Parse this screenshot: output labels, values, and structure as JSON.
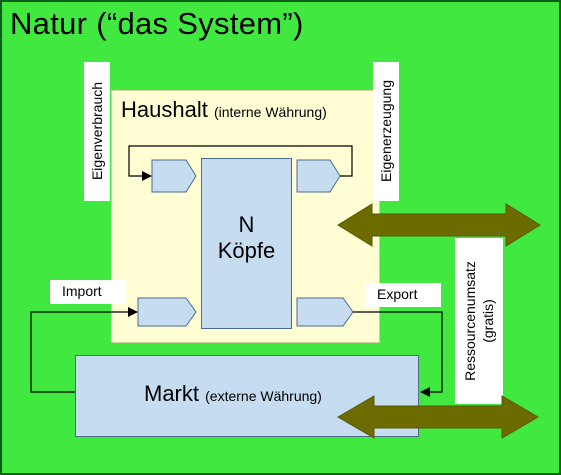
{
  "nature": {
    "title": "Natur (“das System”)"
  },
  "household": {
    "title": "Haushalt",
    "subtitle": "(interne Währung)"
  },
  "heads": {
    "line1": "N",
    "line2": "Köpfe"
  },
  "market": {
    "title": "Markt",
    "subtitle": "(externe Währung)"
  },
  "labels": {
    "own_consumption": "Eigenverbrauch",
    "own_production": "Eigenerzeugung",
    "import": "Import",
    "export": "Export",
    "resource_turnover_line1": "Ressourcenumsatz",
    "resource_turnover_line2": "(gratis)"
  },
  "colors": {
    "nature": "#41e840",
    "household": "#fffdd4",
    "box": "#c6dcf0",
    "arrow": "#6b6b00"
  }
}
